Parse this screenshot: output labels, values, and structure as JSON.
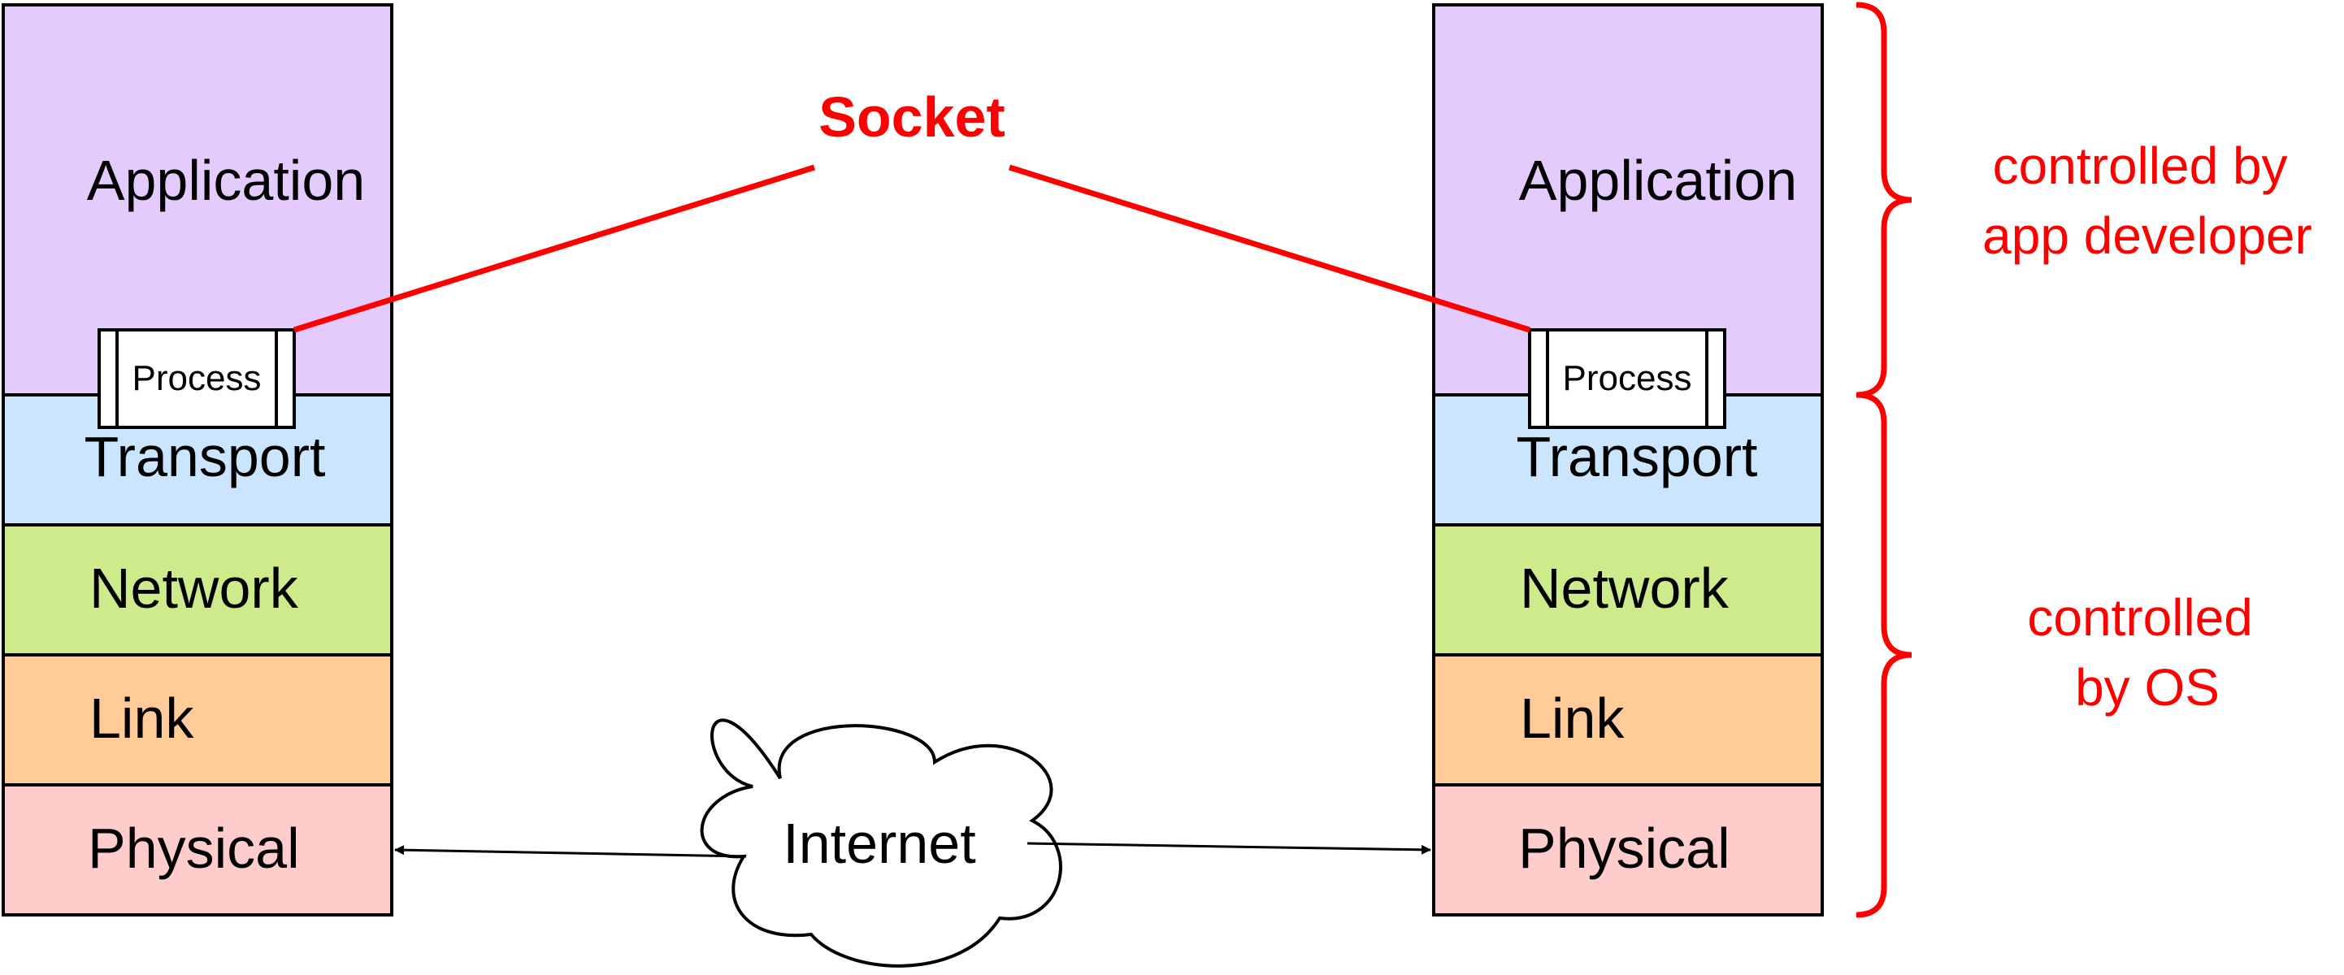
{
  "colors": {
    "application": "#e3cbfd",
    "transport": "#cce5fe",
    "network": "#cdeb8b",
    "link": "#ffcc99",
    "physical": "#ffcccc",
    "accent": "#ff0000",
    "stroke": "#000000"
  },
  "left_stack": {
    "application": "Application",
    "transport": "Transport",
    "network": "Network",
    "link": "Link",
    "physical": "Physical",
    "process": "Process"
  },
  "right_stack": {
    "application": "Application",
    "transport": "Transport",
    "network": "Network",
    "link": "Link",
    "physical": "Physical",
    "process": "Process"
  },
  "socket_label": "Socket",
  "internet_label": "Internet",
  "annotations": {
    "app_developer": [
      "controlled by",
      "app developer"
    ],
    "os": [
      "controlled",
      "by OS"
    ]
  }
}
